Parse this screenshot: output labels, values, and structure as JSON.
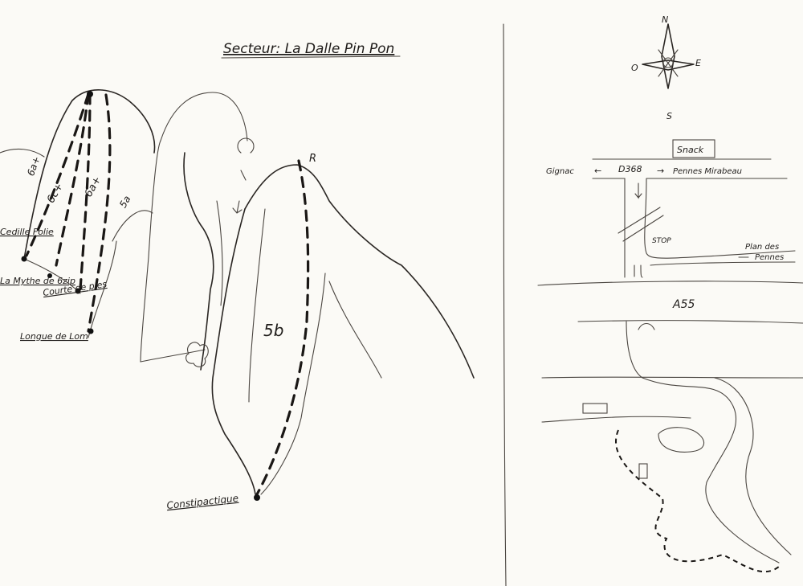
{
  "title": "Secteur: La Dalle Pin Pon",
  "topo": {
    "grades": [
      "6a+",
      "6c+",
      "6a+",
      "5a"
    ],
    "main_grade": "5b",
    "relay_marker": "R",
    "routes": [
      "Cedille Folie",
      "La Mythe de 6zip",
      "Courte de pies",
      "Longue de Lom",
      "Constipactique"
    ]
  },
  "compass": {
    "north": "N",
    "west": "O",
    "east": "E",
    "south": "S"
  },
  "access_map": {
    "snack": "Snack",
    "road": "D368",
    "left_direction": "Gignac",
    "right_direction": "Pennes Mirabeau",
    "stop": "STOP",
    "branch_line1": "Plan des",
    "branch_line2": "Pennes",
    "motorway": "A55"
  }
}
